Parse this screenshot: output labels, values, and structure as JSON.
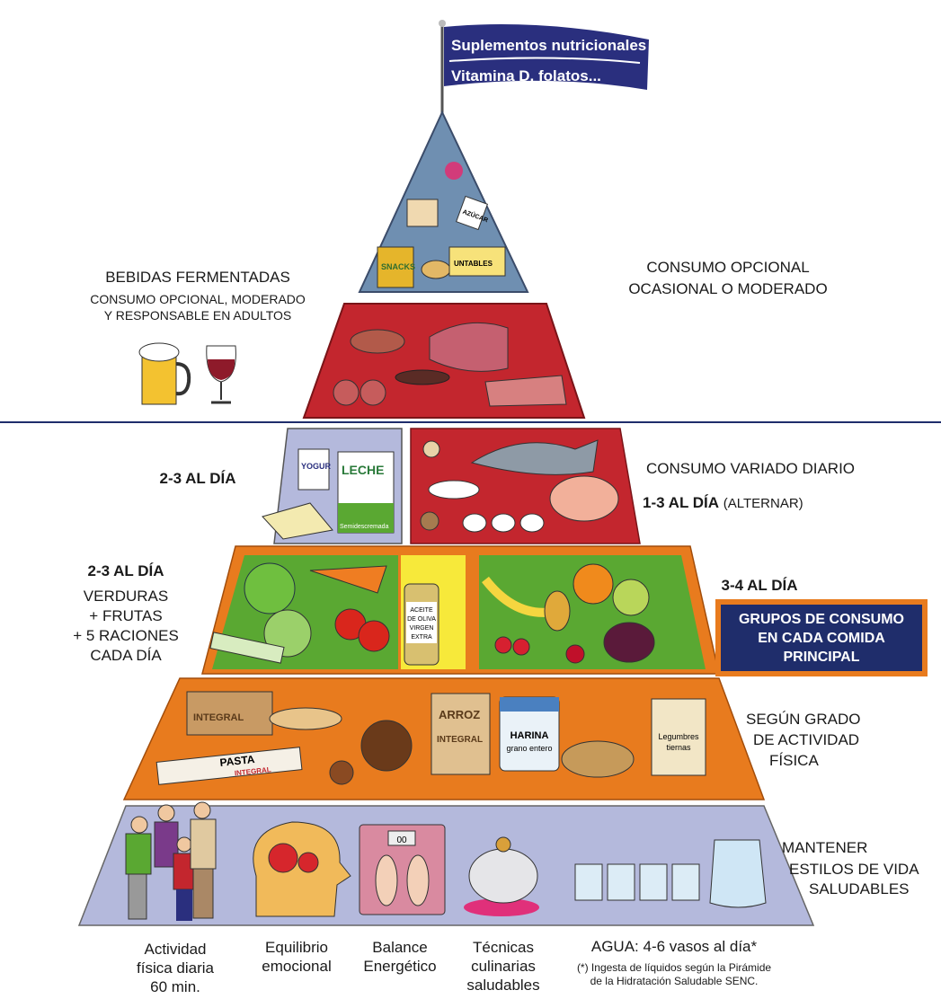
{
  "flag": {
    "line1": "Suplementos nutricionales",
    "line2": "Vitamina D, folatos..."
  },
  "left_labels": {
    "fermented_title": "BEBIDAS FERMENTADAS",
    "fermented_sub1": "CONSUMO OPCIONAL, MODERADO",
    "fermented_sub2": "Y RESPONSABLE EN ADULTOS",
    "dairy_freq": "2-3  AL DÍA",
    "veg_freq": "2-3  AL DÍA",
    "veg_l1": "VERDURAS",
    "veg_l2": "+ FRUTAS",
    "veg_l3": "+ 5 RACIONES",
    "veg_l4": "CADA DÍA"
  },
  "right_labels": {
    "optional_l1": "CONSUMO OPCIONAL",
    "optional_l2": "OCASIONAL O MODERADO",
    "protein_l1": "CONSUMO VARIADO DIARIO",
    "protein_freq": "1-3  AL DÍA",
    "protein_alt": "(ALTERNAR)",
    "fruit_freq": "3-4  AL DÍA",
    "cereal_l1": "SEGÚN GRADO",
    "cereal_l2": "DE ACTIVIDAD",
    "cereal_l3": "FÍSICA",
    "life_l1": "MANTENER",
    "life_l2": "ESTILOS DE VIDA",
    "life_l3": "SALUDABLES"
  },
  "highlight_box": {
    "l1": "GRUPOS DE CONSUMO",
    "l2": "EN CADA COMIDA",
    "l3": "PRINCIPAL"
  },
  "product_labels": {
    "snacks": "SNACKS",
    "azucar": "AZÚCAR",
    "untables": "UNTABLES",
    "yogur": "YOGUR",
    "leche": "LECHE",
    "semidesnatada": "Semidescremada",
    "aceite1": "ACEITE",
    "aceite2": "DE OLIVA",
    "aceite3": "VIRGEN",
    "aceite4": "EXTRA",
    "integral_bread": "INTEGRAL",
    "pasta": "PASTA",
    "pasta_integral": "INTEGRAL",
    "arroz": "ARROZ",
    "arroz_integral": "INTEGRAL",
    "harina": "HARINA",
    "harina_sub": "grano entero",
    "legumbres1": "Legumbres",
    "legumbres2": "tiernas",
    "scale_display": "00"
  },
  "bottom": {
    "activity": [
      "Actividad",
      "física diaria",
      "60 min."
    ],
    "emotional": [
      "Equilibrio",
      "emocional"
    ],
    "energy": [
      "Balance",
      "Energético"
    ],
    "cooking": [
      "Técnicas",
      "culinarias",
      "saludables"
    ],
    "water": "AGUA: 4-6 vasos al día*",
    "footnote1": "(*) Ingesta de líquidos según la Pirámide",
    "footnote2": "de la Hidratación Saludable SENC."
  },
  "colors": {
    "navy": "#2a2f7e",
    "red": "#c3262e",
    "orange": "#e87b1e",
    "green": "#5aa832",
    "lavender": "#b4b9dc",
    "steel": "#6f8fb1"
  }
}
